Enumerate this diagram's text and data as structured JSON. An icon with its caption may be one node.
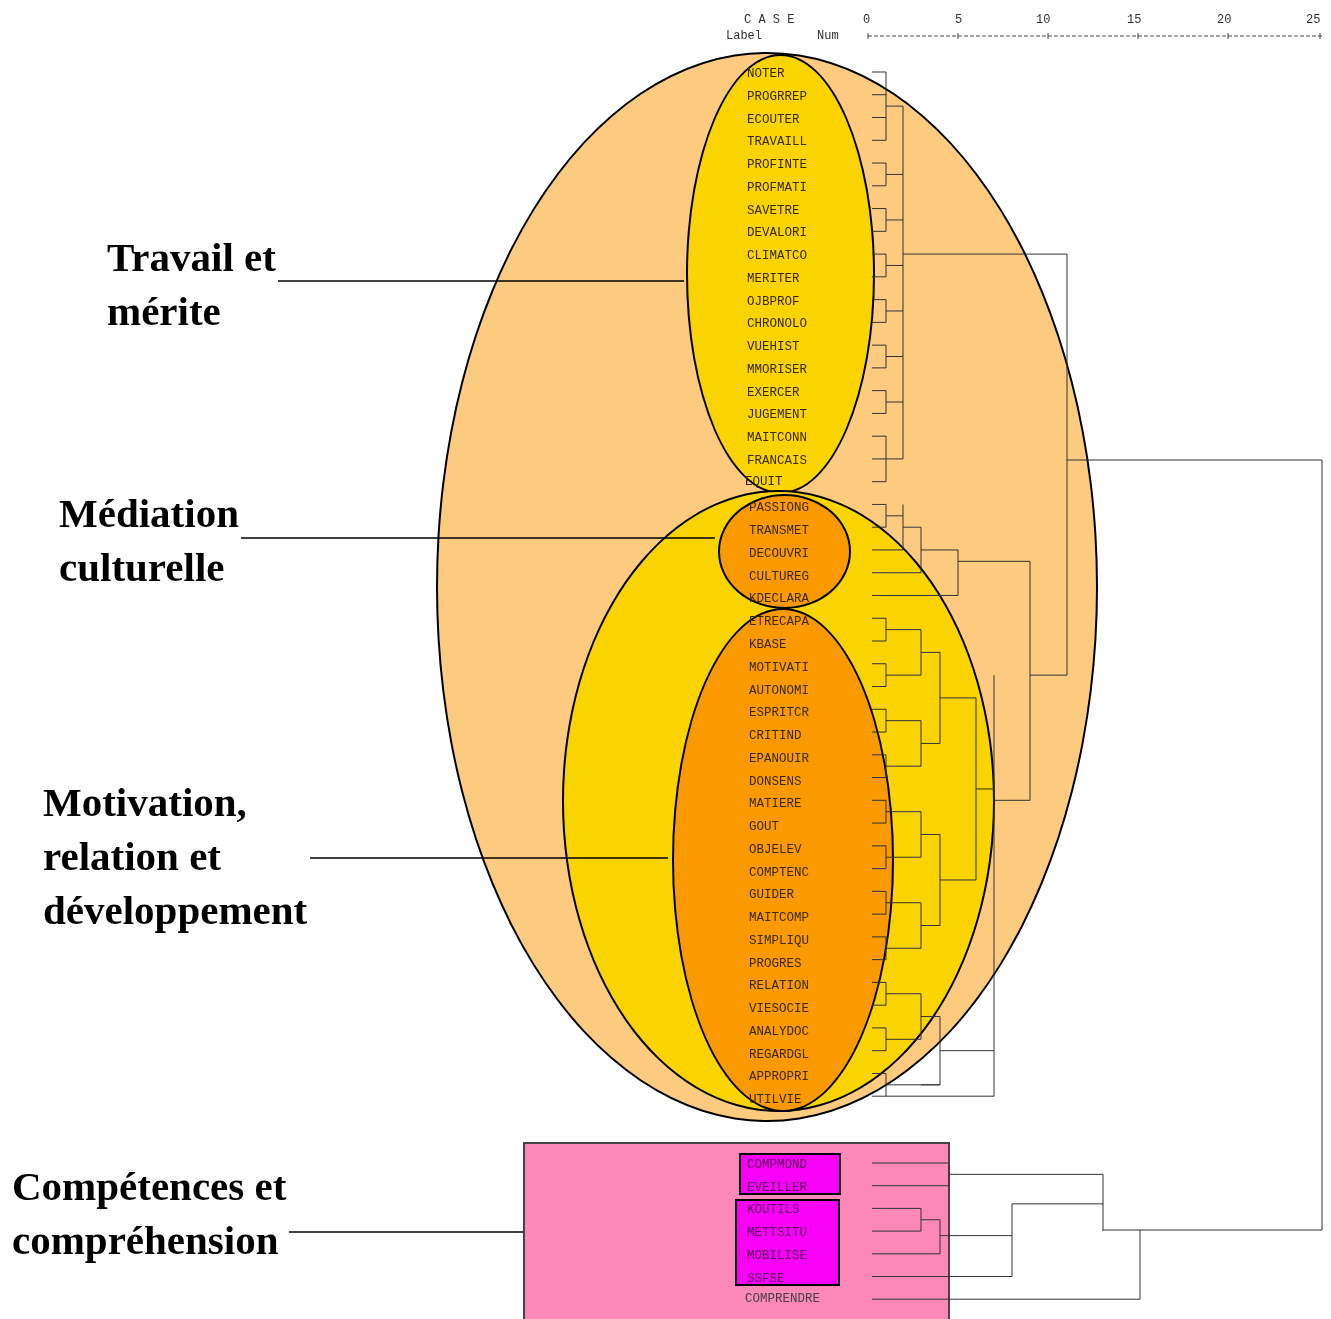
{
  "diagram": {
    "nodes": [
      {
        "text": [
          "Travail et mérite"
        ]
      },
      {
        "text": [
          "Médiation culturelle"
        ]
      },
      {
        "text": [
          "Motivation, relation et développement"
        ]
      },
      {
        "text": [
          "Compétences et compréhension"
        ]
      },
      {
        "text": [],
        "shape": "ellipse"
      },
      {
        "text": [
          "NOTER",
          "PROGRREP",
          "ECOUTER",
          "TRAVAILL",
          "PROFINTE",
          "PROFMATI",
          "SAVETRE",
          "DEVALORI",
          "CLIMATCO",
          "MERITER",
          "OJBPROF",
          "CHRONOLO",
          "VUEHIST",
          "MMORISER",
          "EXERCER",
          "JUGEMENT",
          "MAITCONN",
          "FRANCAIS"
        ],
        "in": 4
      },
      {
        "text": [],
        "shape": "ellipse",
        "in": 4
      },
      {
        "text": [
          "PASSIONG",
          "TRANSMET",
          "DECOUVRI",
          "CULTUREG",
          "KDECLARA"
        ],
        "in": 6
      },
      {
        "text": [
          "ETRECAPA",
          "KBASE",
          "MOTIVATI",
          "AUTONOMI",
          "ESPRITCR",
          "CRITIND",
          "EPANOUIR",
          "DONSENS",
          "MATIERE",
          "GOUT",
          "OBJELEV",
          "COMPTENC",
          "GUIDER",
          "MAITCOMP",
          "SIMPLIQU",
          "PROGRES",
          "RELATION",
          "VIESOCIE",
          "ANALYDOC",
          "REGARDGL",
          "APPROPRI",
          "UTILVIE"
        ],
        "in": 6
      },
      {
        "text": [
          "COMPRENDRE"
        ]
      },
      {
        "text": [
          "COMPMOND",
          "EVEILLER"
        ],
        "in": 9
      },
      {
        "text": [
          "KOUTILS",
          "METTSITU",
          "MOBILISE",
          "SSFSE"
        ],
        "in": 9
      }
    ],
    "edges": [
      {
        "from": 0,
        "to": 5,
        "arrow": "none"
      },
      {
        "from": 1,
        "to": 7,
        "arrow": "none"
      },
      {
        "from": 2,
        "to": 8,
        "arrow": "none"
      },
      {
        "from": 3,
        "to": 9,
        "arrow": "none"
      }
    ],
    "labels": [
      "C A S E",
      "Label",
      "Num",
      "0",
      "5",
      "10",
      "15",
      "20",
      "25",
      "EQUIT"
    ]
  }
}
